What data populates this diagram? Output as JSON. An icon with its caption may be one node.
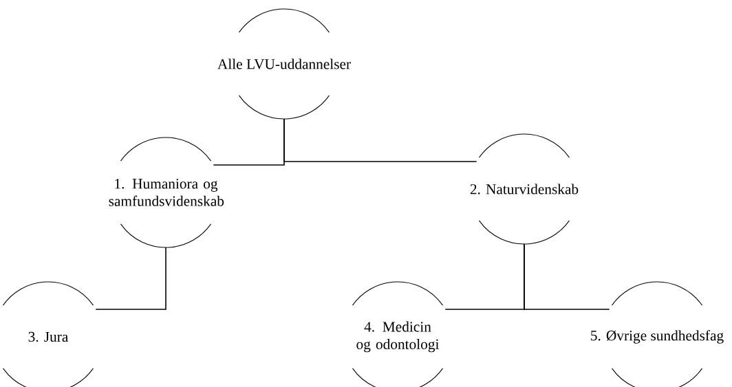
{
  "diagram": {
    "nodes": [
      {
        "text": [
          "Alle LVU-uddannelser"
        ]
      },
      {
        "text": [
          "1. Humaniora og samfundsvidenskab"
        ]
      },
      {
        "text": [
          "2. Naturvidenskab"
        ]
      },
      {
        "text": [
          "3. Jura"
        ]
      },
      {
        "text": [
          "4. Medicin og odontologi"
        ]
      },
      {
        "text": [
          "5. Øvrige sundhedsfag"
        ]
      }
    ],
    "edges": [
      {
        "from": 0,
        "to": 1,
        "arrow": "none"
      },
      {
        "from": 0,
        "to": 2,
        "arrow": "none"
      },
      {
        "from": 1,
        "to": 3,
        "arrow": "none"
      },
      {
        "from": 2,
        "to": 4,
        "arrow": "none"
      },
      {
        "from": 2,
        "to": 5,
        "arrow": "none"
      }
    ]
  }
}
